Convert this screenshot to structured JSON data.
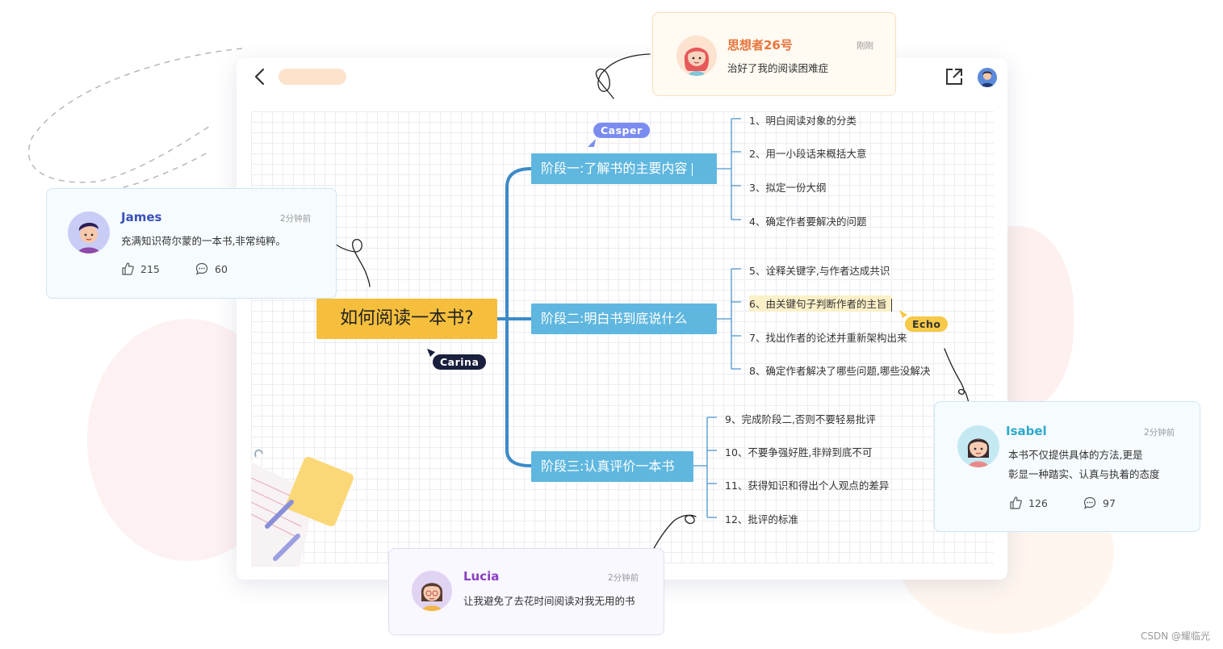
{
  "accent": {
    "root": "#f5bf3d",
    "stage": "#5fb7df",
    "connector": "#3c8ac8",
    "highlight": "#fbf0c8"
  },
  "icons": [
    "back-arrow-icon",
    "share-icon",
    "user-avatar-icon",
    "thumbs-up-icon",
    "comment-icon"
  ],
  "mindmap": {
    "root": "如何阅读一本书?",
    "stages": [
      {
        "label": "阶段一:了解书的主要内容",
        "items": [
          "1、明白阅读对象的分类",
          "2、用一小段话来概括大意",
          "3、拟定一份大纲",
          "4、确定作者要解决的问题"
        ]
      },
      {
        "label": "阶段二:明白书到底说什么",
        "items": [
          "5、诠释关键字,与作者达成共识",
          "6、由关键句子判断作者的主旨",
          "7、找出作者的论述并重新架构出来",
          "8、确定作者解决了哪些问题,哪些没解决"
        ]
      },
      {
        "label": "阶段三:认真评价一本书",
        "items": [
          "9、完成阶段二,否则不要轻易批评",
          "10、不要争强好胜,非辩到底不可",
          "11、获得知识和得出个人观点的差异",
          "12、批评的标准"
        ]
      }
    ]
  },
  "cursors": [
    {
      "name": "Casper",
      "color": "#7b8cf0",
      "text_color": "#ffffff"
    },
    {
      "name": "Echo",
      "color": "#f7c948",
      "text_color": "#333333"
    },
    {
      "name": "Carina",
      "color": "#1a1f3d",
      "text_color": "#ffffff"
    }
  ],
  "comments": {
    "top": {
      "name": "思想者26号",
      "time": "刚刚",
      "text": "治好了我的阅读困难症",
      "name_color": "#e8743b"
    },
    "james": {
      "name": "James",
      "time": "2分钟前",
      "text": "充满知识荷尔蒙的一本书,非常纯粹。",
      "likes": "215",
      "replies": "60",
      "name_color": "#3b4fb8"
    },
    "isabel": {
      "name": "Isabel",
      "time": "2分钟前",
      "text_line1": "本书不仅提供具体的方法,更是",
      "text_line2": "彰显一种踏实、认真与执着的态度",
      "likes": "126",
      "replies": "97",
      "name_color": "#2ea8c9"
    },
    "lucia": {
      "name": "Lucia",
      "time": "2分钟前",
      "text": "让我避免了去花时间阅读对我无用的书",
      "name_color": "#8a3fc4"
    }
  },
  "watermark": "CSDN @耀临光"
}
